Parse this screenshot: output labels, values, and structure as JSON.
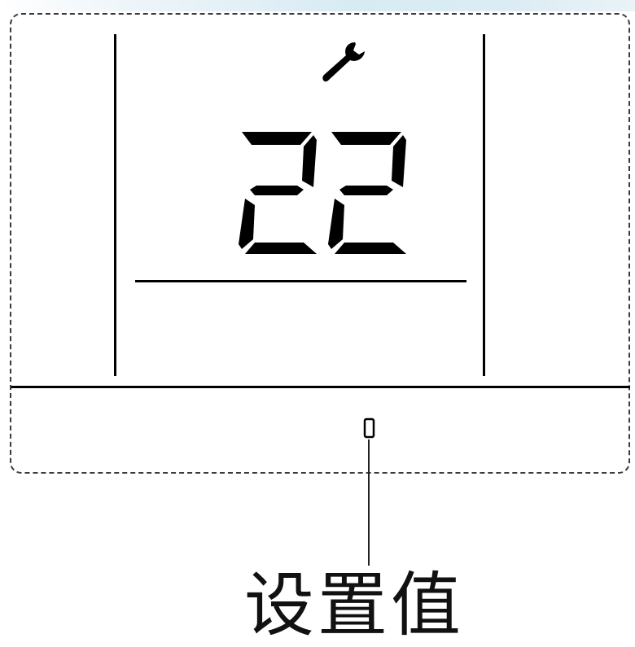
{
  "display": {
    "main_value": "22",
    "setting_index": "0"
  },
  "icons": {
    "tool": "wrench-icon"
  },
  "caption": {
    "label": "设置值"
  },
  "colors": {
    "segment": "#000000",
    "outline": "#3a3a3a",
    "tint": "#d8ebf3"
  }
}
